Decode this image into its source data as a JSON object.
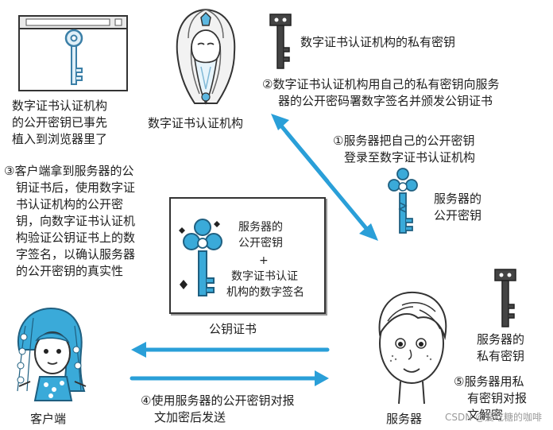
{
  "labels": {
    "ca_private_key": "数字证书认证机构的私有密钥",
    "step2": [
      "②数字证书认证机构用自己的私有密钥向服务",
      "器的公开密码署数字签名并颁发公钥证书"
    ],
    "ca_name": "数字证书认证机构",
    "browser_note": [
      "数字证书认证机构",
      "的公开密钥已事先",
      "植入到浏览器里了"
    ],
    "step1": [
      "①服务器把自己的公开密钥",
      "登录至数字证书认证机构"
    ],
    "server_public_key": [
      "服务器的",
      "公开密钥"
    ],
    "step3": [
      "③客户端拿到服务器的公",
      "钥证书后，使用数字证",
      "书认证机构的公开密",
      "钥，向数字证书认证机",
      "构验证公钥证书上的数",
      "字签名，以确认服务器",
      "的公开密钥的真实性"
    ],
    "cert_box": {
      "line1": "服务器的",
      "line2": "公开密钥",
      "plus": "+",
      "line3": "数字证书认证",
      "line4": "机构的数字签名"
    },
    "cert_name": "公钥证书",
    "server_private_key": [
      "服务器的",
      "私有密钥"
    ],
    "step5": [
      "⑤服务器用私",
      "有密钥对报",
      "文解密"
    ],
    "step4": [
      "④使用服务器的公开密钥对报",
      "文加密后发送"
    ],
    "client": "客户端",
    "server": "服务器",
    "watermark": "CSDN @爱吃糖的咖啡"
  },
  "icons": {
    "browser_window": "browser-window-icon",
    "public_key_light": "key-icon",
    "ca_person": "ca-authority-avatar",
    "private_key_dark": "key-icon",
    "cert_key": "key-icon",
    "client_person": "client-avatar",
    "server_person": "server-avatar"
  },
  "colors": {
    "arrow_blue": "#2a9fd8",
    "key_blue": "#3aaad9",
    "key_dark": "#3f3f3f",
    "line": "#333333"
  }
}
